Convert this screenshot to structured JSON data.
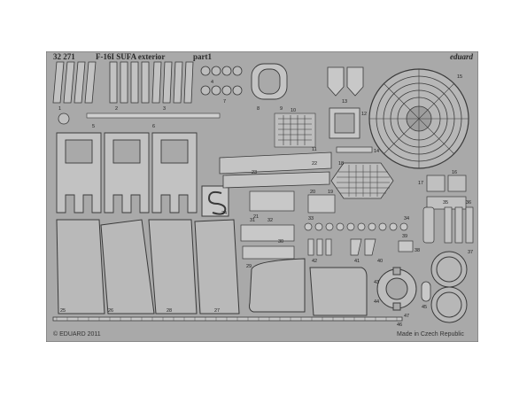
{
  "fret": {
    "set_number": "32 271",
    "title": "F-16I SUFA exterior",
    "part_label": "part1",
    "brand": "eduard",
    "copyright": "© EDUARD 2011",
    "origin": "Made in Czech Republic",
    "watermark": "eduard",
    "colors": {
      "metal": "#a9a9a9",
      "metal_dark": "#8f8f8f",
      "line": "#3a3a3a",
      "fill_light": "#c8c8c8"
    },
    "part_numbers": [
      "1",
      "2",
      "3",
      "4",
      "5",
      "6",
      "7",
      "8",
      "9",
      "10",
      "11",
      "12",
      "13",
      "14",
      "15",
      "16",
      "17",
      "18",
      "19",
      "20",
      "21",
      "22",
      "23",
      "24",
      "25",
      "26",
      "27",
      "28",
      "29",
      "30",
      "31",
      "32",
      "33",
      "34",
      "35",
      "36",
      "37",
      "38",
      "39",
      "40",
      "41",
      "42",
      "43",
      "44",
      "45",
      "46",
      "47"
    ]
  }
}
